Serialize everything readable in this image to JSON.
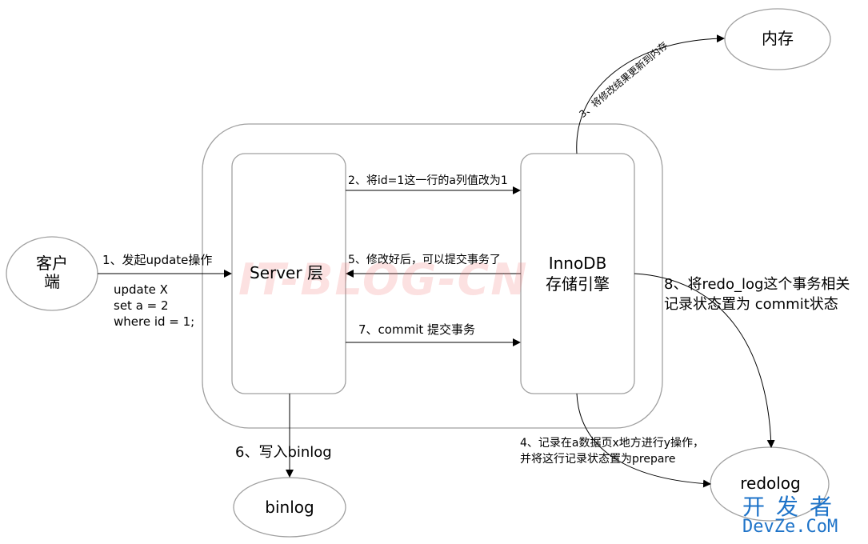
{
  "nodes": {
    "client": "客户\n端",
    "server": "Server 层",
    "innodb_line1": "InnoDB",
    "innodb_line2": "存储引擎",
    "memory": "内存",
    "binlog": "binlog",
    "redolog": "redolog"
  },
  "edges": {
    "e1": "1、发起update操作",
    "e2": "2、将id=1这一行的a列值改为1",
    "e3": "3、将修改结果更新到内存",
    "e4_line1": "4、记录在a数据页x地方进行y操作，",
    "e4_line2": "并将这行记录状态置为prepare",
    "e5": "5、修改好后，可以提交事务了",
    "e6": "6、写入binlog",
    "e7": "7、commit 提交事务",
    "e8_line1": "8、将redo_log这个事务相关",
    "e8_line2": "记录状态置为 commit状态"
  },
  "sql": {
    "line1": "update X",
    "line2": "set a = 2",
    "line3": "where id = 1;"
  },
  "watermark": "IT-BLOG-CN",
  "logo": {
    "line1": "开发者",
    "line2": "DevZe.CoM"
  },
  "colors": {
    "stroke": "#000000",
    "shape_border": "#9a9a9a",
    "logo": "#1e73c8"
  }
}
